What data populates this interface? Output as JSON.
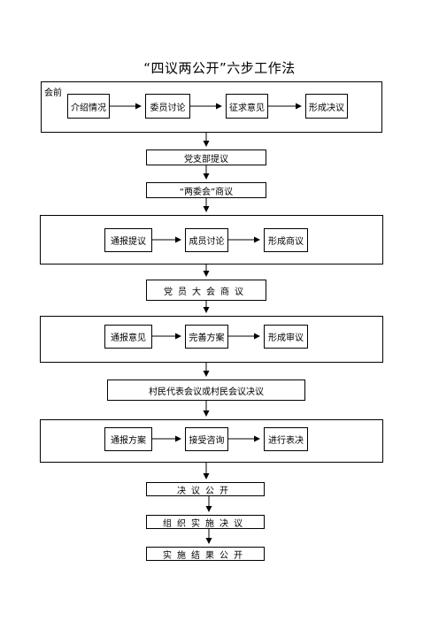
{
  "title": "“四议两公开”六步工作法",
  "pre_meeting": {
    "label": "会前",
    "steps": [
      "介绍情况",
      "委员讨论",
      "征求意见",
      "形成决议"
    ]
  },
  "party_branch_proposal": "党支部提议",
  "two_committees_discussion": "“两委会”商议",
  "group_1_steps": [
    "通报提议",
    "成员讨论",
    "形成商议"
  ],
  "party_members_meeting": "党员大会商议",
  "group_2_steps": [
    "通报意见",
    "完善方案",
    "形成审议"
  ],
  "villagers_meeting": "村民代表会议或村民会议决议",
  "group_3_steps": [
    "通报方案",
    "接受咨询",
    "进行表决"
  ],
  "resolution_public": "决议公开",
  "organize_implementation": "组织实施决议",
  "results_public": "实施结果公开"
}
